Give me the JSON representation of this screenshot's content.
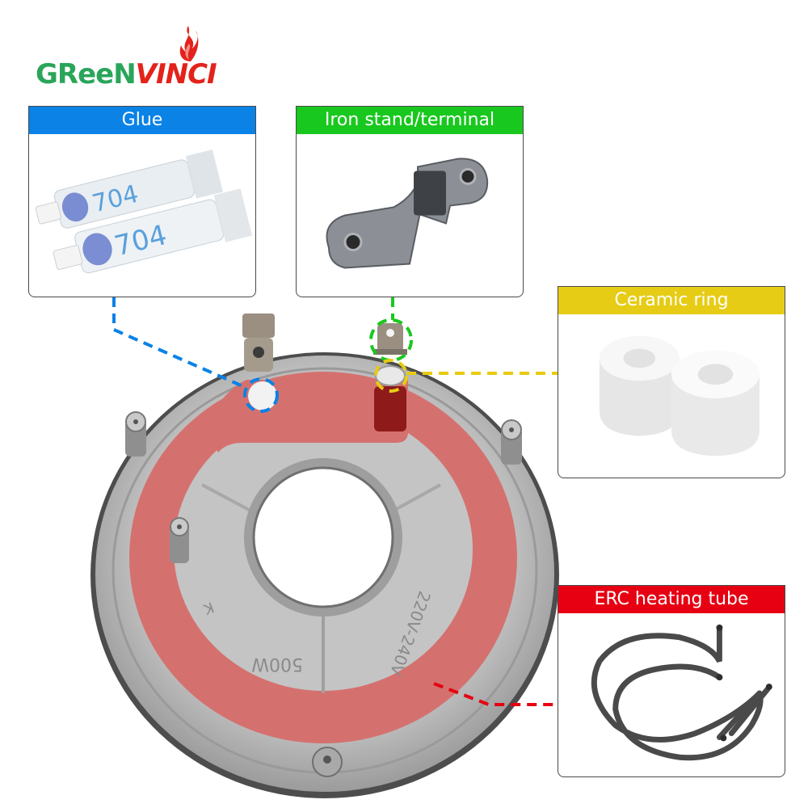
{
  "brand": {
    "name_part1": "GReeN",
    "name_part2": "VINCI",
    "icon": "flame-icon",
    "colors": {
      "green": "#2aa55a",
      "red": "#e3231b"
    }
  },
  "callouts": [
    {
      "id": "glue",
      "label": "Glue",
      "color": "#0a82e6",
      "image": "glue-tubes-704-sealant",
      "tube_text": "704"
    },
    {
      "id": "iron-stand",
      "label": "Iron stand/terminal",
      "color": "#19c81e",
      "image": "metal-terminal-brackets"
    },
    {
      "id": "ceramic-ring",
      "label": "Ceramic ring",
      "color": "#e6cc14",
      "image": "white-ceramic-rings"
    },
    {
      "id": "erc-tube",
      "label": "ERC heating tube",
      "color": "#e60012",
      "image": "coiled-heating-element"
    }
  ],
  "plate": {
    "marking_power": "500W",
    "marking_voltage": "220V-240V",
    "marking_letter": "K",
    "highlight_color": "#d4716f"
  }
}
